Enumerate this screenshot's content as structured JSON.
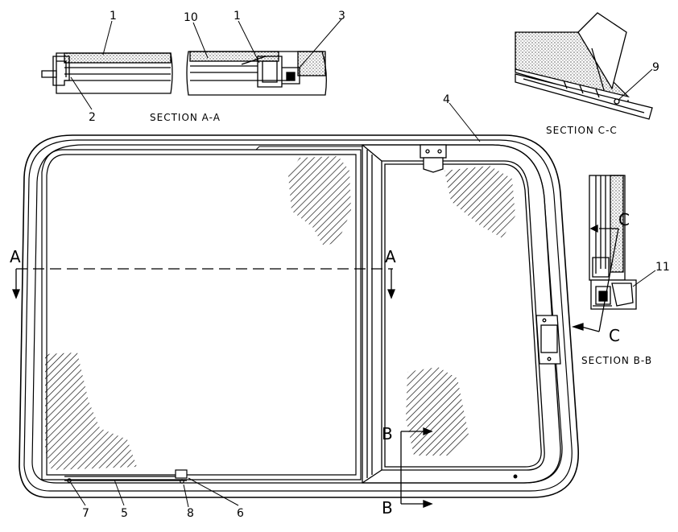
{
  "sections": {
    "aa": "SECTION A-A",
    "bb": "SECTION B-B",
    "cc": "SECTION C-C"
  },
  "section_markers": {
    "a_left": "A",
    "a_right": "A",
    "b_top": "B",
    "b_bottom": "B",
    "c_top": "C",
    "c_bottom": "C"
  },
  "callouts": {
    "c1a": "1",
    "c10": "10",
    "c1b": "1",
    "c3": "3",
    "c2": "2",
    "c9": "9",
    "c4": "4",
    "c11": "11",
    "c7": "7",
    "c5": "5",
    "c8": "8",
    "c6": "6"
  }
}
